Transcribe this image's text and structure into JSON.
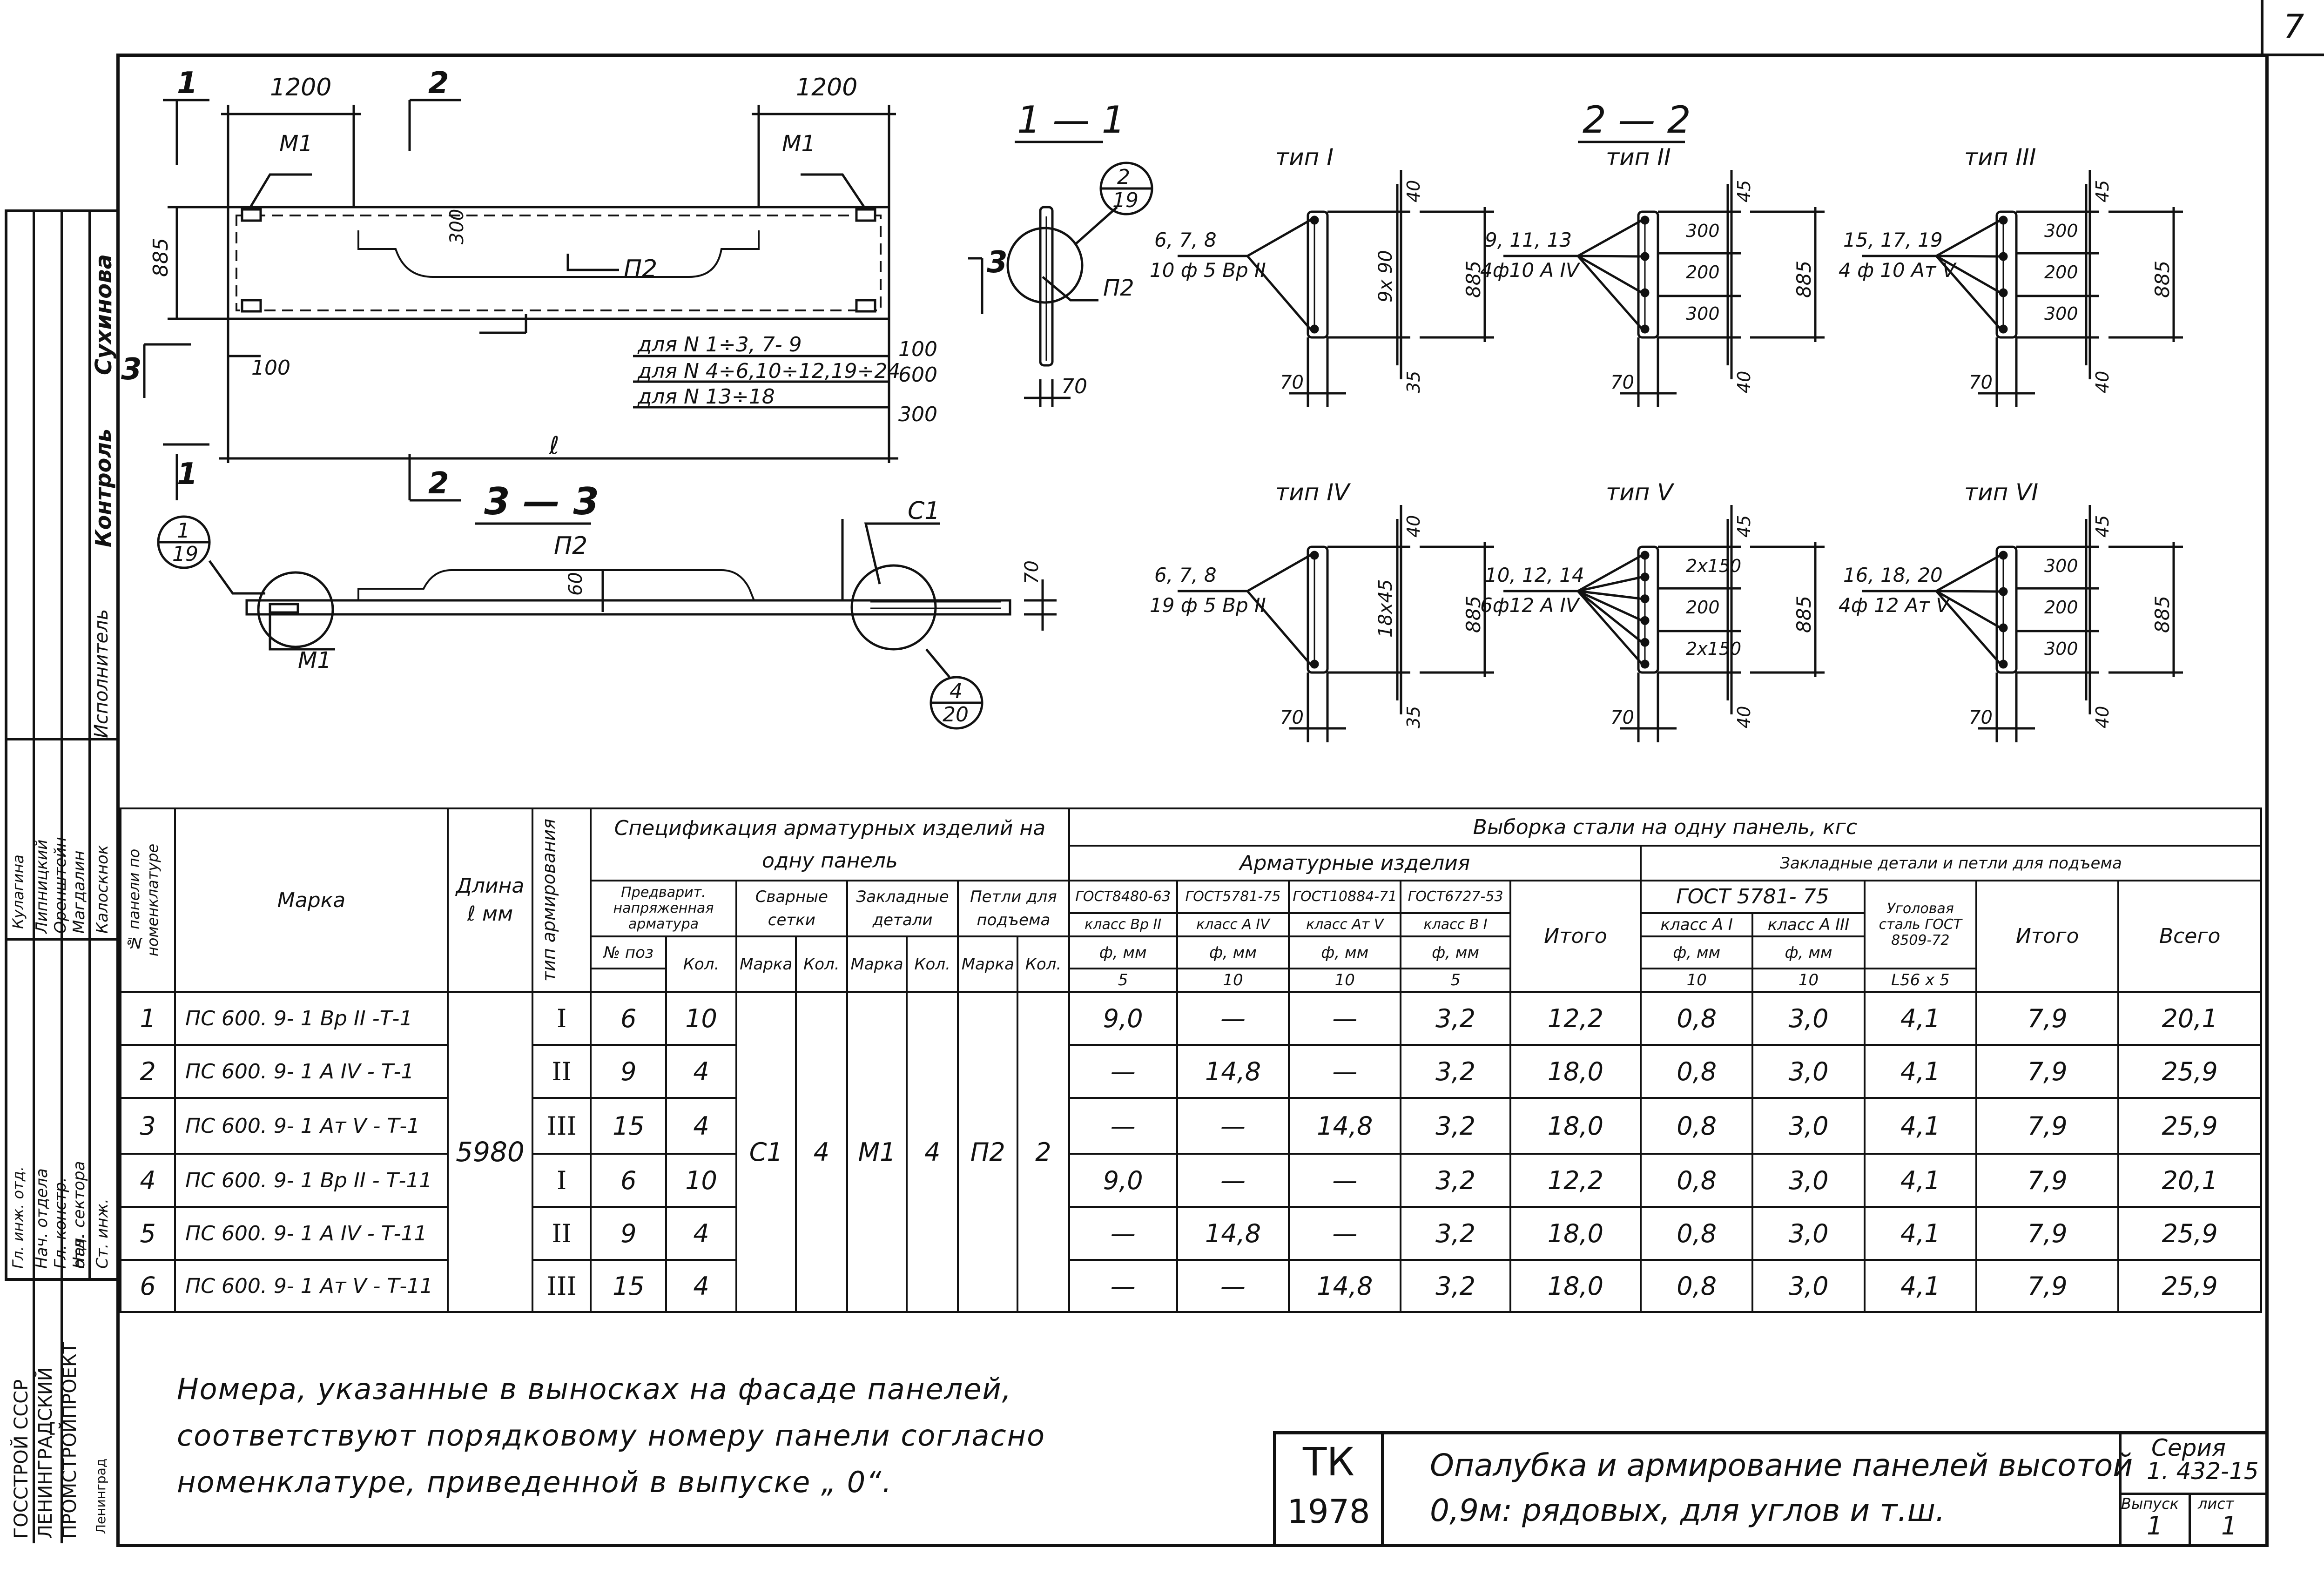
{
  "sheet_number": "7",
  "drawing": {
    "sections": {
      "s1": "1 — 1",
      "s2": "2 — 2",
      "s3": "3 — 3"
    },
    "cut_marks": [
      "1",
      "2",
      "3"
    ],
    "dims": {
      "d1200a": "1200",
      "d1200b": "1200",
      "d885": "885",
      "d300": "300",
      "d100a": "100",
      "d100b": "100",
      "d600": "600",
      "d300b": "300",
      "d_l": "ℓ",
      "d60": "60",
      "d70a": "70",
      "d70b": "70"
    },
    "labels": {
      "m1a": "М1",
      "m1b": "М1",
      "m1c": "М1",
      "p2a": "П2",
      "p2b": "П2",
      "p2c": "П2",
      "c1": "С1",
      "note_n1": "для N 1÷3, 7- 9",
      "note_n2": "для N 4÷6,10÷12,19÷24",
      "note_n3": "для  N 13÷18",
      "callout_219_top": "2",
      "callout_219_bot": "19",
      "callout_119_top": "1",
      "callout_119_bot": "19",
      "callout_420_top": "4",
      "callout_420_bot": "20"
    },
    "types": [
      {
        "name": "тип I",
        "rebar_top": "6, 7, 8",
        "rebar_bot": "10 ф 5 Вр II",
        "d_top": "40",
        "d_mid": "9x 90",
        "d_bot": "35",
        "d_total": "885",
        "d_base": "70"
      },
      {
        "name": "тип II",
        "rebar_top": "9, 11, 13",
        "rebar_bot": "4ф10 А IV",
        "d_top": "45",
        "d1": "300",
        "d2": "200",
        "d3": "300",
        "d_bot": "40",
        "d_total": "885",
        "d_base": "70"
      },
      {
        "name": "тип III",
        "rebar_top": "15, 17, 19",
        "rebar_bot": "4 ф 10 Ат V",
        "d_top": "45",
        "d1": "300",
        "d2": "200",
        "d3": "300",
        "d_bot": "40",
        "d_total": "885",
        "d_base": "70"
      },
      {
        "name": "тип IV",
        "rebar_top": "6, 7, 8",
        "rebar_bot": "19 ф 5 Вр II",
        "d_top": "40",
        "d_mid": "18x45",
        "d_bot": "35",
        "d_total": "885",
        "d_base": "70"
      },
      {
        "name": "тип V",
        "rebar_top": "10, 12, 14",
        "rebar_bot": "6ф12 А IV",
        "d_top": "45",
        "d1": "2x150",
        "d2": "200",
        "d3": "2x150",
        "d_bot": "40",
        "d_total": "885",
        "d_base": "70"
      },
      {
        "name": "тип VI",
        "rebar_top": "16, 18, 20",
        "rebar_bot": "4ф 12 Ат V",
        "d_top": "45",
        "d1": "300",
        "d2": "200",
        "d3": "300",
        "d_bot": "40",
        "d_total": "885",
        "d_base": "70"
      }
    ]
  },
  "left_strip": {
    "org": "ГОССТРОЙ СССР ЛЕНИНГРАДСКИЙ ПРОМСТРОЙПРОЕКТ",
    "city": "Ленинград",
    "roles": [
      "Гл. инж. отд.",
      "Нач. отдела",
      "Гл. констр. отд.",
      "Нач. сектора",
      "Ст. инж."
    ],
    "names": [
      "Кулагина",
      "Липницкий",
      "Оренштейн",
      "Магдалин",
      "Калоскнок"
    ],
    "roles2": [
      "Исполнитель",
      "Контроль"
    ],
    "names2": [
      "Сухинова"
    ]
  },
  "table": {
    "h_num": "№ панели по номенклатуре",
    "h_marka": "Марка",
    "h_len": "Длина ℓ мм",
    "h_type": "тип армирования",
    "h_spec": "Спецификация арматурных изделий на одну панель",
    "h_prestress": "Предварит. напряженная арматура",
    "h_pos": "№ поз",
    "h_kol": "Кол.",
    "h_mesh": "Сварные сетки",
    "h_emb": "Закладные детали",
    "h_loops": "Петли для подъема",
    "h_mk": "Марка",
    "h_k": "Кол.",
    "h_steel": "Выборка стали на одну панель, кгс",
    "h_arm": "Арматурные изделия",
    "h_emb2": "Закладные детали и петли для подъема",
    "g1": "ГОСТ8480-63",
    "g2": "ГОСТ5781-75",
    "g3": "ГОСТ10884-71",
    "g4": "ГОСТ6727-53",
    "c1": "класс Вр II",
    "c2": "класс А IV",
    "c3": "класс Ат V",
    "c4": "класс В I",
    "f": "ф, мм",
    "v1": "5",
    "v2": "10",
    "v3": "10",
    "v4": "5",
    "itogo": "Итого",
    "g5": "ГОСТ 5781- 75",
    "c5": "класс А I",
    "c6": "класс А III",
    "v5": "10",
    "v6": "10",
    "angle": "Уголовая сталь ГОСТ 8509-72",
    "angle_v": "L56 x 5",
    "itogo2": "Итого",
    "vsego": "Всего",
    "length": "5980",
    "mesh_mark": "С1",
    "mesh_k": "4",
    "emb_mark": "М1",
    "emb_k": "4",
    "loop_mark": "П2",
    "loop_k": "2",
    "rows": [
      {
        "n": "1",
        "marka": "ПС 600. 9- 1 Вр II -Т-1",
        "type": "I",
        "pos": "6",
        "kol": "10",
        "a1": "9,0",
        "a2": "—",
        "a3": "—",
        "a4": "3,2",
        "it": "12,2",
        "b1": "0,8",
        "b2": "3,0",
        "b3": "4,1",
        "it2": "7,9",
        "all": "20,1"
      },
      {
        "n": "2",
        "marka": "ПС 600. 9- 1 А IV - Т-1",
        "type": "II",
        "pos": "9",
        "kol": "4",
        "a1": "—",
        "a2": "14,8",
        "a3": "—",
        "a4": "3,2",
        "it": "18,0",
        "b1": "0,8",
        "b2": "3,0",
        "b3": "4,1",
        "it2": "7,9",
        "all": "25,9"
      },
      {
        "n": "3",
        "marka": "ПС 600. 9- 1 Ат V - Т-1",
        "type": "III",
        "pos": "15",
        "kol": "4",
        "a1": "—",
        "a2": "—",
        "a3": "14,8",
        "a4": "3,2",
        "it": "18,0",
        "b1": "0,8",
        "b2": "3,0",
        "b3": "4,1",
        "it2": "7,9",
        "all": "25,9"
      },
      {
        "n": "4",
        "marka": "ПС 600. 9- 1 Вр II - Т-11",
        "type": "I",
        "pos": "6",
        "kol": "10",
        "a1": "9,0",
        "a2": "—",
        "a3": "—",
        "a4": "3,2",
        "it": "12,2",
        "b1": "0,8",
        "b2": "3,0",
        "b3": "4,1",
        "it2": "7,9",
        "all": "20,1"
      },
      {
        "n": "5",
        "marka": "ПС 600. 9- 1 А IV - Т-11",
        "type": "II",
        "pos": "9",
        "kol": "4",
        "a1": "—",
        "a2": "14,8",
        "a3": "—",
        "a4": "3,2",
        "it": "18,0",
        "b1": "0,8",
        "b2": "3,0",
        "b3": "4,1",
        "it2": "7,9",
        "all": "25,9"
      },
      {
        "n": "6",
        "marka": "ПС 600. 9- 1 Ат V - Т-11",
        "type": "III",
        "pos": "15",
        "kol": "4",
        "a1": "—",
        "a2": "—",
        "a3": "14,8",
        "a4": "3,2",
        "it": "18,0",
        "b1": "0,8",
        "b2": "3,0",
        "b3": "4,1",
        "it2": "7,9",
        "all": "25,9"
      }
    ]
  },
  "note": {
    "line1": "Номера, указанные  в выносках  на фасаде панелей,",
    "line2": "соответствуют порядковому  номеру панели согласно",
    "line3": "номенклатуре, приведенной в выпуске  „ 0“."
  },
  "stamp": {
    "tk": "ТК",
    "year": "1978",
    "title1": "Опалубка  и  армирование панелей высотой",
    "title2": "0,9м:  рядовых, для  углов  и  т.ш.",
    "series_label": "Серия",
    "series": "1. 432-15",
    "vyp_label": "Выпуск",
    "list_label": "лист",
    "vyp": "1",
    "list": "1"
  }
}
